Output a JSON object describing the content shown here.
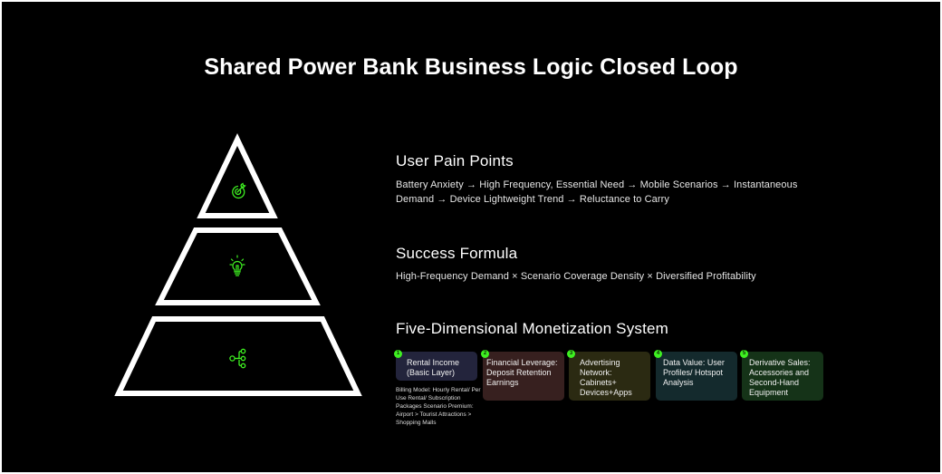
{
  "title": "Shared Power Bank Business Logic Closed Loop",
  "colors": {
    "background": "#000000",
    "text": "#ffffff",
    "accent_green": "#3ef021",
    "pyramid_outline": "#ffffff"
  },
  "pyramid": {
    "tiers": [
      {
        "level": "top",
        "icon": "target-icon"
      },
      {
        "level": "middle",
        "icon": "lightbulb-icon"
      },
      {
        "level": "bottom",
        "icon": "share-network-icon"
      }
    ]
  },
  "sections": [
    {
      "title": "User Pain Points",
      "body": "Battery Anxiety → High Frequency, Essential Need → Mobile Scenarios → Instantaneous Demand → Device Lightweight Trend → Reluctance to Carry"
    },
    {
      "title": "Success Formula",
      "body": "High-Frequency Demand × Scenario Coverage Density × Diversified Profitability"
    },
    {
      "title": "Five-Dimensional Monetization System",
      "cards": [
        {
          "number": "1",
          "label": "Rental Income (Basic Layer)",
          "color": "#23243c",
          "note": "Billing Model: Hourly Rental/ Per Use Rental/ Subscription Packages Scenario Premium: Airport > Tourist Attractions > Shopping Malls"
        },
        {
          "number": "2",
          "label": "Financial Leverage: Deposit Retention Earnings",
          "color": "#37201f"
        },
        {
          "number": "3",
          "label": "Advertising Network: Cabinets+ Devices+Apps",
          "color": "#2b2a12"
        },
        {
          "number": "4",
          "label": "Data Value: User Profiles/ Hotspot Analysis",
          "color": "#142a2d"
        },
        {
          "number": "5",
          "label": "Derivative Sales: Accessories and Second-Hand Equipment",
          "color": "#153318"
        }
      ]
    }
  ]
}
